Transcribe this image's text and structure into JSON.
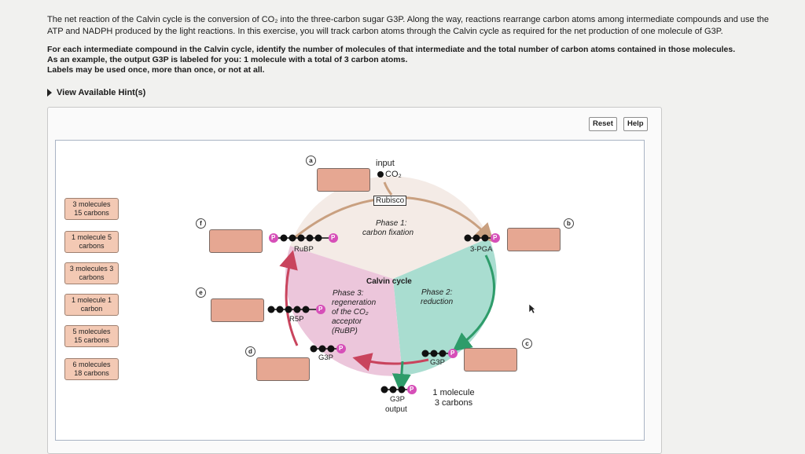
{
  "intro_text": "The net reaction of the Calvin cycle is the conversion of CO₂ into the three-carbon sugar G3P. Along the way, reactions rearrange carbon atoms among intermediate compounds and use the ATP and NADPH produced by the light reactions. In this exercise, you will track carbon atoms through the Calvin cycle as required for the net production of one molecule of G3P.",
  "instructions": [
    "For each intermediate compound in the Calvin cycle, identify the number of molecules of that intermediate and the total number of carbon atoms contained in those molecules.",
    "As an example, the output G3P is labeled for you: 1 molecule with a total of 3 carbon atoms.",
    "Labels may be used once, more than once, or not at all."
  ],
  "hint_label": "View Available Hint(s)",
  "buttons": {
    "reset": "Reset",
    "help": "Help"
  },
  "labels": [
    {
      "line1": "3 molecules",
      "line2": "15 carbons"
    },
    {
      "line1": "1 molecule 5",
      "line2": "carbons"
    },
    {
      "line1": "3 molecules 3",
      "line2": "carbons"
    },
    {
      "line1": "1 molecule 1",
      "line2": "carbon"
    },
    {
      "line1": "5 molecules",
      "line2": "15 carbons"
    },
    {
      "line1": "6 molecules",
      "line2": "18 carbons"
    }
  ],
  "targets": {
    "a": "a",
    "b": "b",
    "c": "c",
    "d": "d",
    "e": "e",
    "f": "f"
  },
  "diagram": {
    "input_label": "input",
    "co2": "CO₂",
    "rubisco": "Rubisco",
    "phase1_title": "Phase 1:",
    "phase1_sub": "carbon fixation",
    "phase2_title": "Phase 2:",
    "phase2_sub": "reduction",
    "phase3_title": "Phase 3:",
    "phase3_l1": "regeneration",
    "phase3_l2": "of the CO₂",
    "phase3_l3": "acceptor",
    "phase3_l4": "(RuBP)",
    "center": "Calvin cycle",
    "rubp": "RuBP",
    "pga": "3-PGA",
    "r5p": "R5P",
    "g3p_left": "G3P",
    "g3p_right": "G3P",
    "g3p_out": "G3P",
    "output": "output",
    "phosphate": "P"
  },
  "example": {
    "line1": "1 molecule",
    "line2": "3 carbons"
  },
  "colors": {
    "phase1": "#f4ebe6",
    "phase2": "#a9ddd0",
    "phase3": "#ecc6db",
    "label_chip": "#f3c9b4",
    "drop_target": "#e6a792",
    "phosphate": "#d64fb8",
    "arrow_red": "#c9445d",
    "arrow_green": "#2e9c6a",
    "arrow_tan": "#c9a080"
  }
}
